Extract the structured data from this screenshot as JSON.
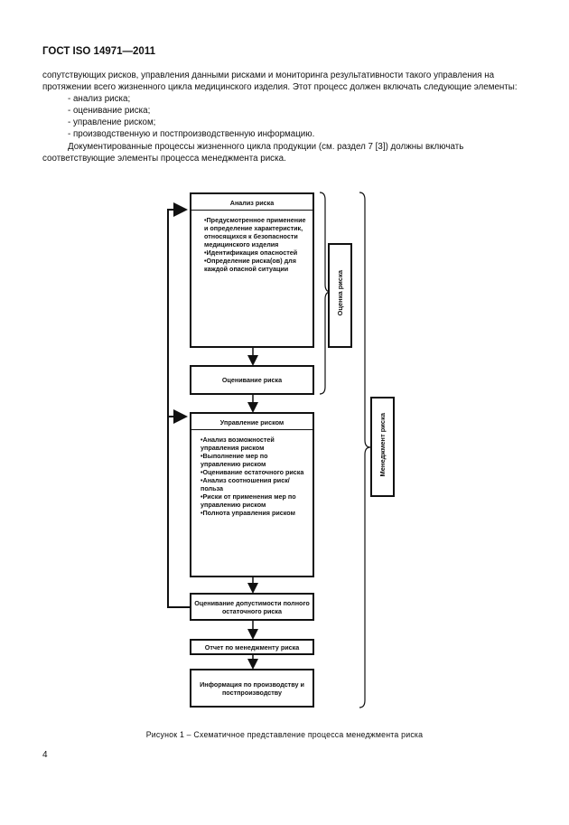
{
  "header": {
    "standard": "ГОСТ ISO 14971—2011"
  },
  "body": {
    "para1": "сопутствующих рисков, управления данными рисками и мониторинга результативности такого управления на протяжении всего жизненного цикла медицинского изделия. Этот процесс должен включать следующие элементы:",
    "bullets": [
      "- анализ риска;",
      "- оценивание риска;",
      "- управление риском;",
      "- производственную и постпроизводственную информацию."
    ],
    "para2": "Документированные процессы жизненного цикла продукции (см. раздел 7 [3]) должны включать соответствующие элементы процесса менеджмента риска."
  },
  "diagram": {
    "risk_analysis": {
      "title": "Анализ риска",
      "items": [
        "•Предусмотренное применение и определение характеристик, относящихся к безопасности медицинского изделия",
        "•Идентификация опасностей",
        "•Определение риска(ов) для каждой опасной ситуации"
      ]
    },
    "risk_evaluation": "Оценивание риска",
    "risk_control": {
      "title": "Управление риском",
      "items": [
        "•Анализ возможностей управления риском",
        "•Выполнение мер по управлению риском",
        "•Оценивание остаточного риска",
        "•Анализ соотношения риск/польза",
        "•Риски от применения мер по управлению риском",
        "•Полнота управления риском"
      ]
    },
    "residual_risk": "Оценивание допустимости полного остаточного риска",
    "report": "Отчет по менеджменту риска",
    "info": "Информация по производству и постпроизводству",
    "risk_assessment_label": "Оценка риска",
    "risk_management_label": "Менеджмент риска"
  },
  "caption": "Рисунок 1 – Схематичное представление процесса менеджмента риска",
  "page_number": "4"
}
